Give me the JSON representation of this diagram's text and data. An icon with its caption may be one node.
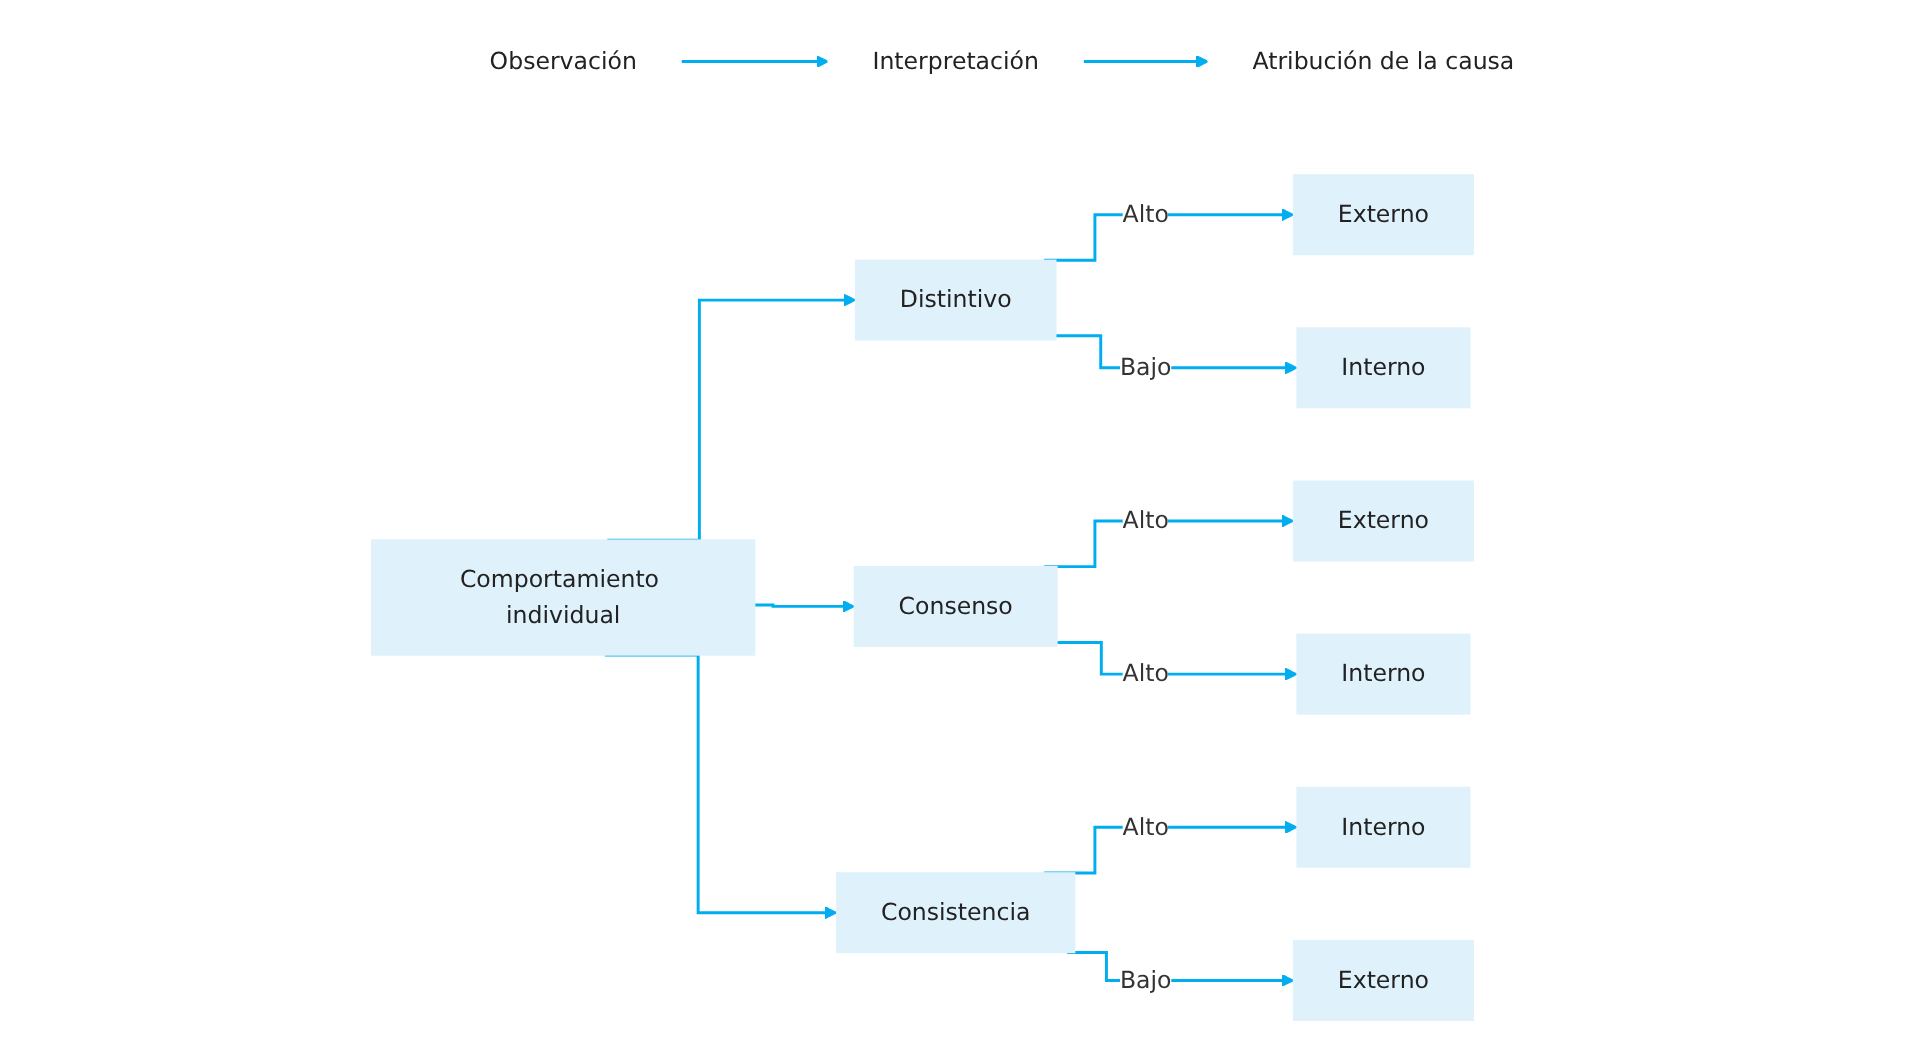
{
  "diagram": {
    "nodes": [
      {
        "text": [
          "Observación"
        ]
      },
      {
        "text": [
          "Interpretación"
        ]
      },
      {
        "text": [
          "Atribución de la causa"
        ]
      },
      {
        "text": [
          "Comportamiento individual"
        ]
      },
      {
        "text": [
          "Distintivo"
        ]
      },
      {
        "text": [
          "Consenso"
        ]
      },
      {
        "text": [
          "Consistencia"
        ]
      },
      {
        "text": [
          "Externo"
        ]
      },
      {
        "text": [
          "Interno"
        ]
      },
      {
        "text": [
          "Externo"
        ]
      },
      {
        "text": [
          "Interno"
        ]
      },
      {
        "text": [
          "Interno"
        ]
      },
      {
        "text": [
          "Externo"
        ]
      }
    ],
    "edges": [
      {
        "from": 0,
        "to": 1,
        "arrow": "to"
      },
      {
        "from": 1,
        "to": 2,
        "arrow": "to"
      },
      {
        "from": 3,
        "to": 4,
        "arrow": "to"
      },
      {
        "from": 3,
        "to": 5,
        "arrow": "to"
      },
      {
        "from": 3,
        "to": 6,
        "arrow": "to"
      },
      {
        "from": 4,
        "to": 7,
        "label": "Alto",
        "arrow": "to"
      },
      {
        "from": 4,
        "to": 8,
        "label": "Bajo",
        "arrow": "to"
      },
      {
        "from": 5,
        "to": 9,
        "label": "Alto",
        "arrow": "to"
      },
      {
        "from": 5,
        "to": 10,
        "label": "Alto",
        "arrow": "to"
      },
      {
        "from": 6,
        "to": 11,
        "label": "Alto",
        "arrow": "to"
      },
      {
        "from": 6,
        "to": 12,
        "label": "Bajo",
        "arrow": "to"
      }
    ]
  }
}
